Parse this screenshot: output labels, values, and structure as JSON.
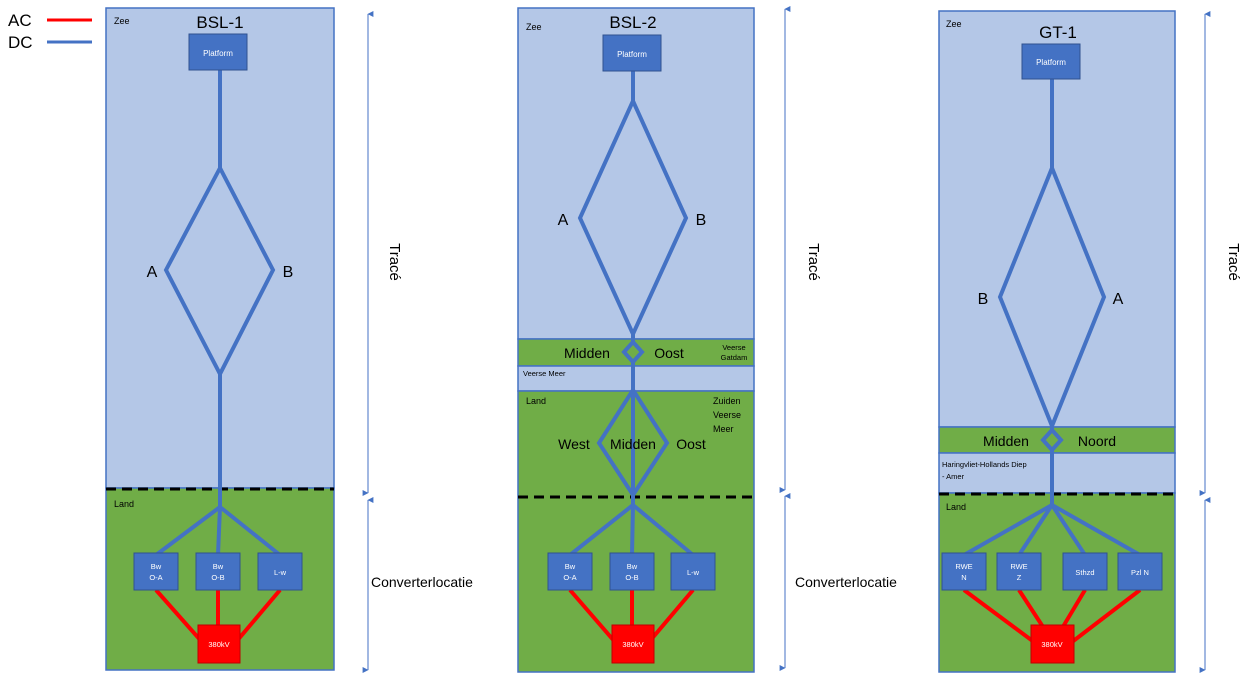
{
  "legend": {
    "ac": "AC",
    "dc": "DC"
  },
  "colors": {
    "sea": "#b4c7e7",
    "land": "#70ad47",
    "frame": "#4472c4",
    "dc": "#4472c4",
    "ac": "#ff0000",
    "box": "#4472c4",
    "box_text": "#ffffff"
  },
  "side_labels": {
    "trace": "Tracé",
    "converter": "Converterlocatie"
  },
  "panels": {
    "bsl1": {
      "title": "BSL-1",
      "zee": "Zee",
      "land": "Land",
      "platform": "Platform",
      "route_left": "A",
      "route_right": "B",
      "stations": [
        {
          "l1": "Bw",
          "l2": "O-A"
        },
        {
          "l1": "Bw",
          "l2": "O-B"
        },
        {
          "l1": "L-w",
          "l2": ""
        }
      ],
      "substation": "380kV"
    },
    "bsl2": {
      "title": "BSL-2",
      "zee": "Zee",
      "land": "Land",
      "platform": "Platform",
      "route_left": "A",
      "route_right": "B",
      "gatdam": {
        "left": "Midden",
        "right": "Oost",
        "name_l1": "Veerse",
        "name_l2": "Gatdam"
      },
      "meer": "Veerse Meer",
      "zuiden": {
        "l1": "Zuiden",
        "l2": "Veerse",
        "l3": "Meer"
      },
      "land_routes": {
        "left": "West",
        "mid": "Midden",
        "right": "Oost"
      },
      "stations": [
        {
          "l1": "Bw",
          "l2": "O-A"
        },
        {
          "l1": "Bw",
          "l2": "O-B"
        },
        {
          "l1": "L-w",
          "l2": ""
        }
      ],
      "substation": "380kV"
    },
    "gt1": {
      "title": "GT-1",
      "zee": "Zee",
      "land": "Land",
      "platform": "Platform",
      "route_left": "B",
      "route_right": "A",
      "strip": {
        "left": "Midden",
        "right": "Noord"
      },
      "water": {
        "l1": "Haringvliet-Hollands Diep",
        "l2": "- Amer"
      },
      "stations": [
        {
          "l1": "RWE",
          "l2": "N"
        },
        {
          "l1": "RWE",
          "l2": "Z"
        },
        {
          "l1": "Sthzd",
          "l2": ""
        },
        {
          "l1": "Pzl N",
          "l2": ""
        }
      ],
      "substation": "380kV"
    }
  }
}
